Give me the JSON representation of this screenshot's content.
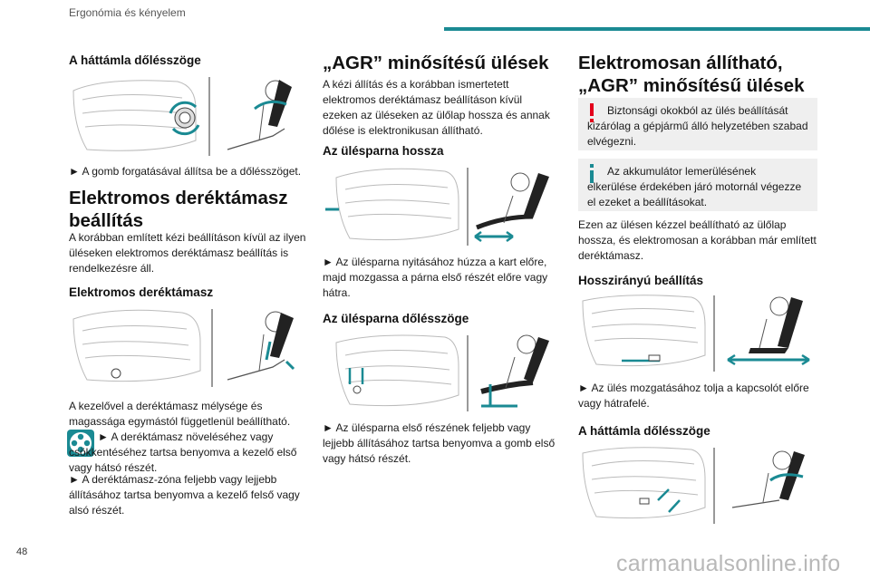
{
  "header": {
    "section": "Ergonómia és kényelem",
    "accent_color": "#1a8a93"
  },
  "page_number": "48",
  "watermark": "carmanualsonline.info",
  "col1": {
    "h_backrest": "A háttámla dőlésszöge",
    "p_knob": "► A gomb forgatásával állítsa be a dőlésszöget.",
    "h_lumbar": "Elektromos deréktámasz beállítás",
    "p_lumbar_intro": "A korábban említett kézi beállításon kívül az ilyen üléseken elektromos deréktámasz beállítás is rendelkezésre áll.",
    "h_lumbar_electric": "Elektromos deréktámasz",
    "p_control1": "A kezelővel a deréktámasz mélysége és magassága egymástól függetlenül beállítható.",
    "p_control2": "► A deréktámasz növeléséhez vagy csökkentéséhez tartsa benyomva a kezelő első vagy hátsó részét.",
    "p_control3": "► A deréktámasz-zóna feljebb vagy lejjebb állításához tartsa benyomva a kezelő felső vagy alsó részét."
  },
  "col2": {
    "h_agr": "„AGR” minősítésű ülések",
    "p_agr": "A kézi állítás és a korábban ismertetett elektromos deréktámasz beállításon kívül ezeken az üléseken az ülőlap hossza és annak dőlése is elektronikusan állítható.",
    "h_length": "Az ülésparna hossza",
    "p_length": "► Az ülésparna nyitásához húzza a kart előre, majd mozgassa a párna első részét előre vagy hátra.",
    "h_tilt": "Az ülésparna dőlésszöge",
    "p_tilt": "► Az ülésparna első részének feljebb vagy lejjebb állításához tartsa benyomva a gomb első vagy hátsó részét."
  },
  "col3": {
    "h_electric": "Elektromosan állítható, „AGR” minősítésű ülések",
    "warning": "Biztonsági okokból az ülés beállítását kizárólag a gépjármű álló helyzetében szabad elvégezni.",
    "warning_color": "#e3001b",
    "info": "Az akkumulátor lemerülésének elkerülése érdekében járó motornál végezze el ezeket a beállításokat.",
    "info_color": "#1a8a93",
    "p_manual": "Ezen az ülésen kézzel beállítható az ülőlap hossza, és elektromosan a korábban már említett deréktámasz.",
    "h_longitudinal": "Hosszirányú beállítás",
    "p_longitudinal": "► Az ülés mozgatásához tolja a kapcsolót előre vagy hátrafelé.",
    "h_backrest2": "A háttámla dőlésszöge"
  },
  "icons": {
    "warning_icon": "exclamation-icon",
    "info_icon": "info-icon",
    "lumbar_control_icon": "four-way-control-icon"
  }
}
